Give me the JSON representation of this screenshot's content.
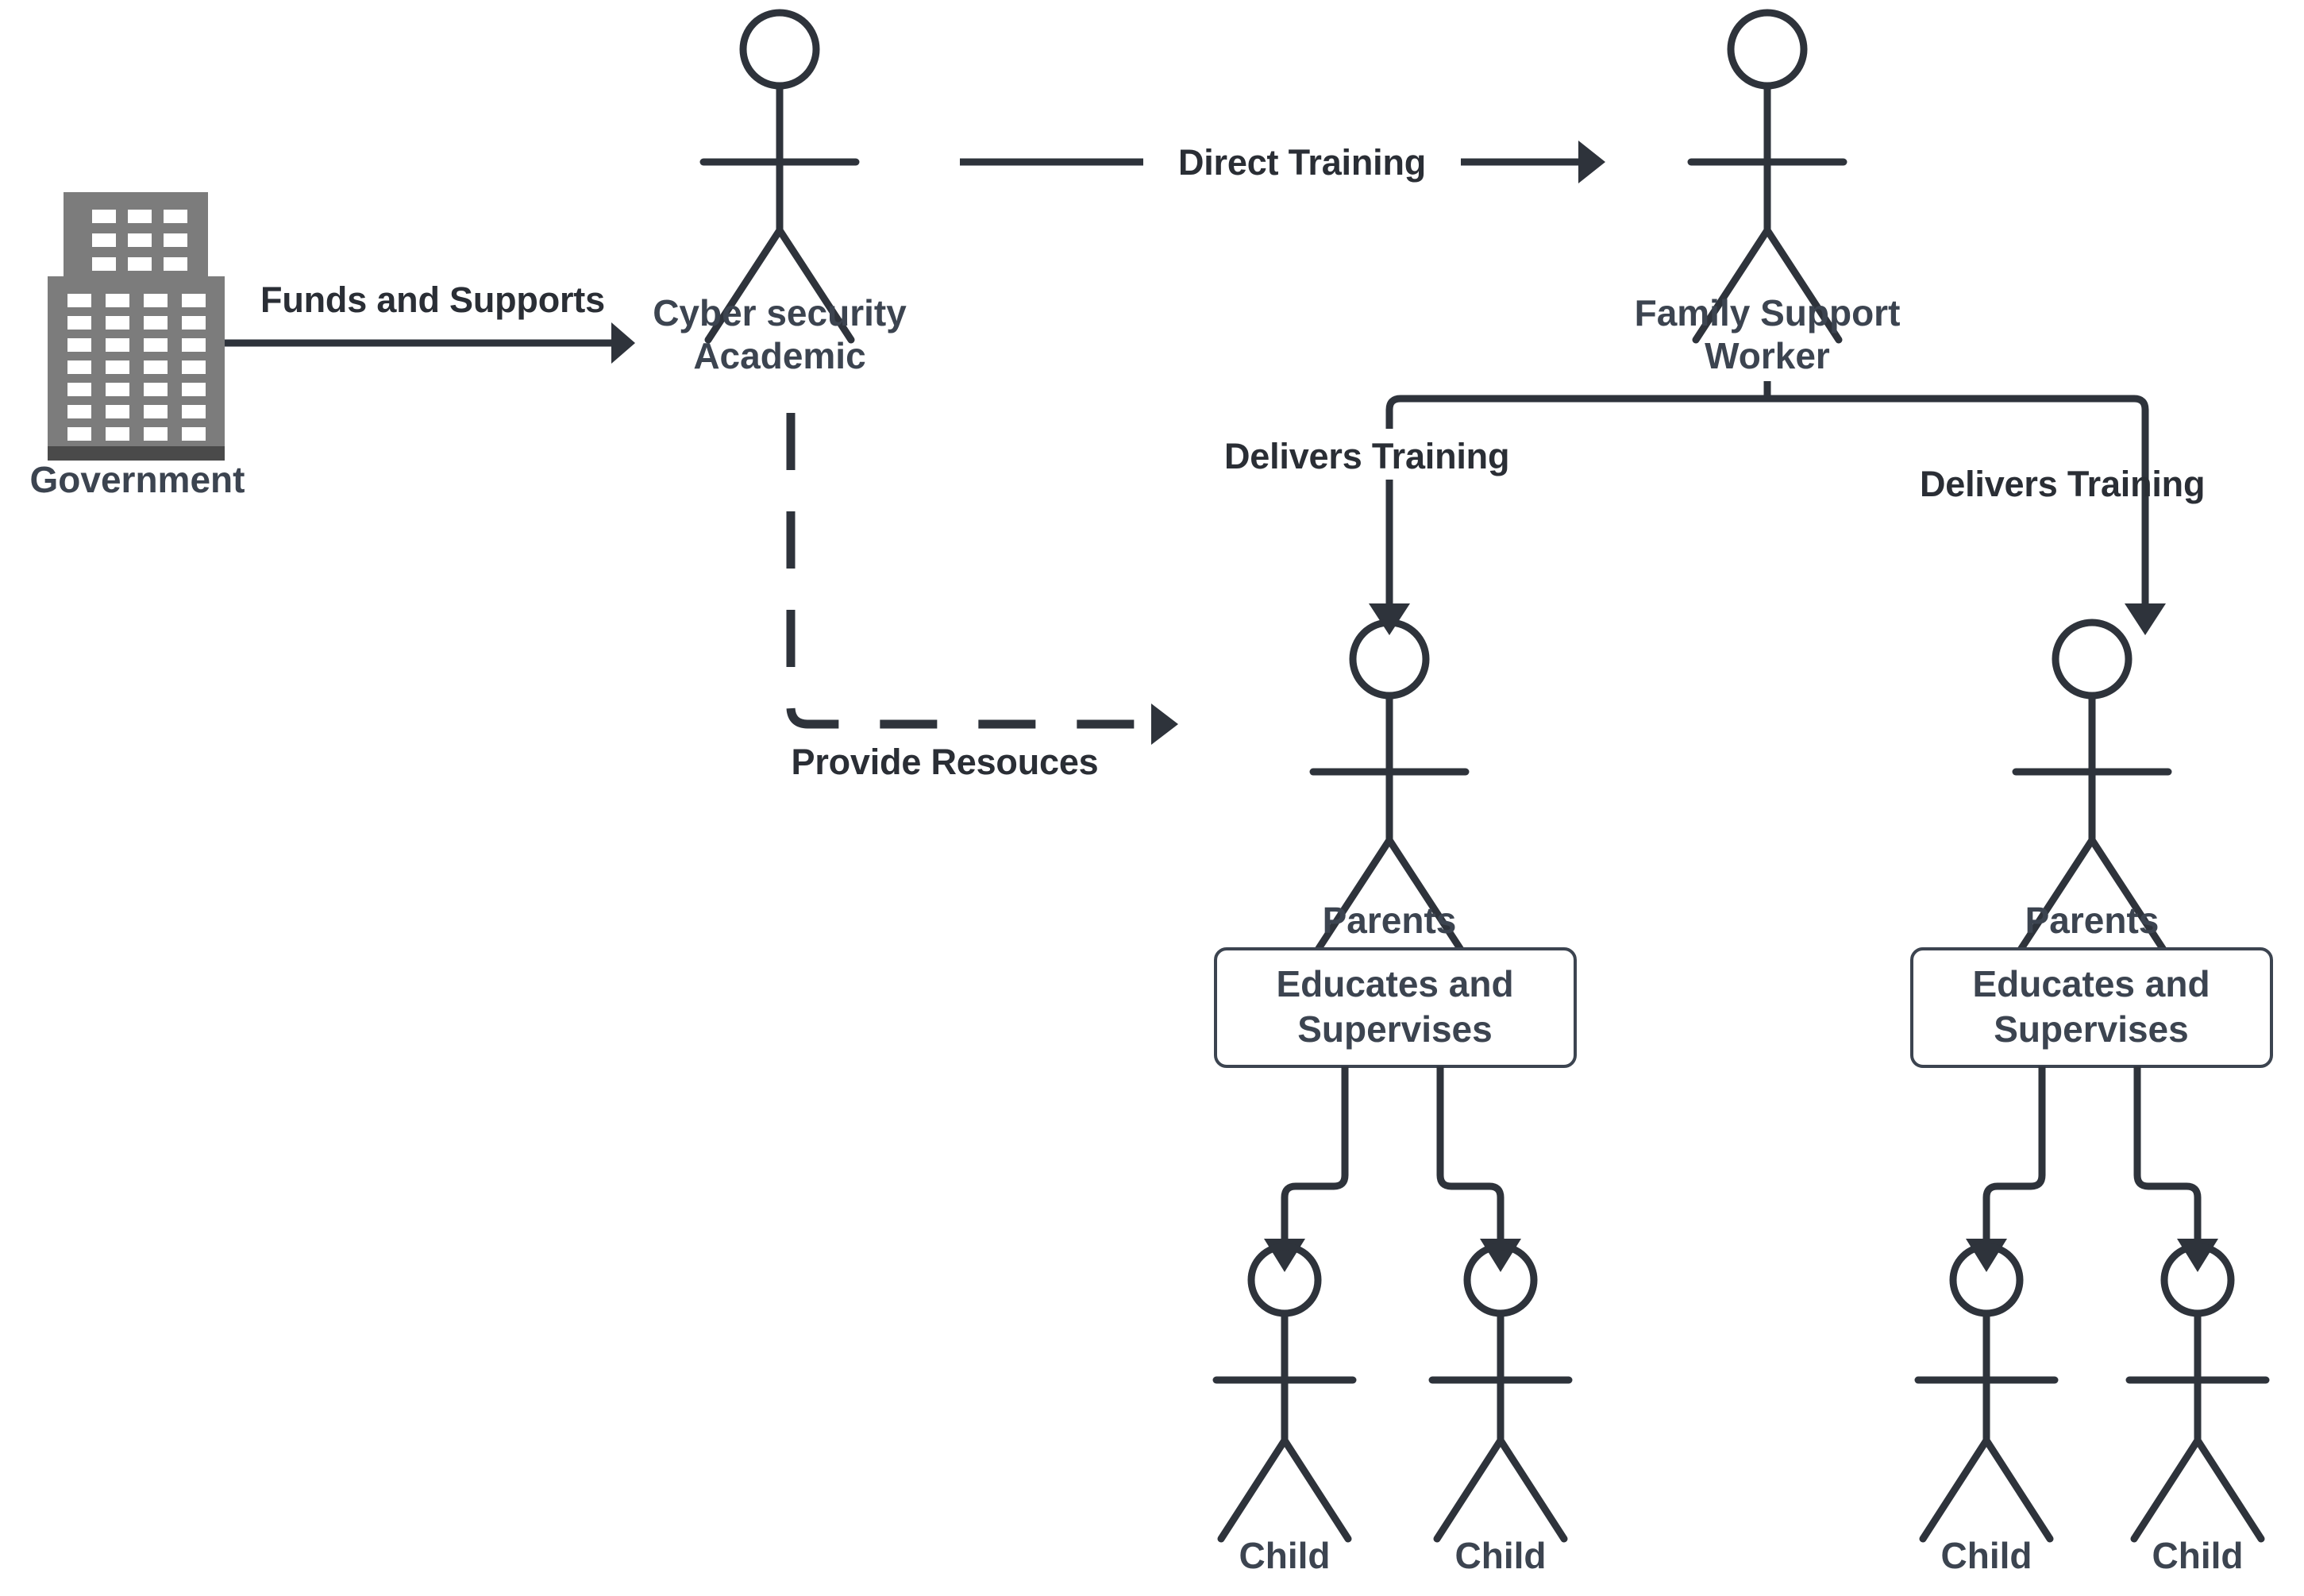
{
  "diagram": {
    "title": "Cyber Security Training Cascade Diagram",
    "colors": {
      "stroke": "#2E333B",
      "node_text": "#3C4450",
      "edge_text": "#2A2E35",
      "building_body": "#7C7C7C",
      "building_base": "#4A4A4A",
      "background": "#FFFFFF",
      "box_border": "#3C4450"
    },
    "nodes": {
      "government": {
        "label": "Government",
        "icon": "office-building-icon"
      },
      "cyber_academic": {
        "label_line1": "Cyber security",
        "label_line2": "Academic",
        "icon": "stick-figure-icon"
      },
      "family_support_worker": {
        "label_line1": "Family Support",
        "label_line2": "Worker",
        "icon": "stick-figure-icon"
      },
      "parents_left": {
        "label": "Parents",
        "icon": "stick-figure-icon"
      },
      "parents_right": {
        "label": "Parents",
        "icon": "stick-figure-icon"
      },
      "child_1": {
        "label": "Child",
        "icon": "stick-figure-icon"
      },
      "child_2": {
        "label": "Child",
        "icon": "stick-figure-icon"
      },
      "child_3": {
        "label": "Child",
        "icon": "stick-figure-icon"
      },
      "child_4": {
        "label": "Child",
        "icon": "stick-figure-icon"
      }
    },
    "boxes": {
      "educates_left": {
        "line1": "Educates and",
        "line2": "Supervises"
      },
      "educates_right": {
        "line1": "Educates and",
        "line2": "Supervises"
      }
    },
    "edges": {
      "funds_and_supports": {
        "label": "Funds and Supports",
        "style": "solid",
        "from": "government",
        "to": "cyber_academic"
      },
      "direct_training": {
        "label": "Direct Training",
        "style": "solid",
        "from": "cyber_academic",
        "to": "family_support_worker"
      },
      "provide_resources": {
        "label": "Provide Resouces",
        "style": "dashed",
        "from": "cyber_academic",
        "to": "parents_left"
      },
      "delivers_training_left": {
        "label": "Delivers Training",
        "style": "solid",
        "from": "family_support_worker",
        "to": "parents_left"
      },
      "delivers_training_right": {
        "label": "Delivers Training",
        "style": "solid",
        "from": "family_support_worker",
        "to": "parents_right"
      }
    }
  }
}
